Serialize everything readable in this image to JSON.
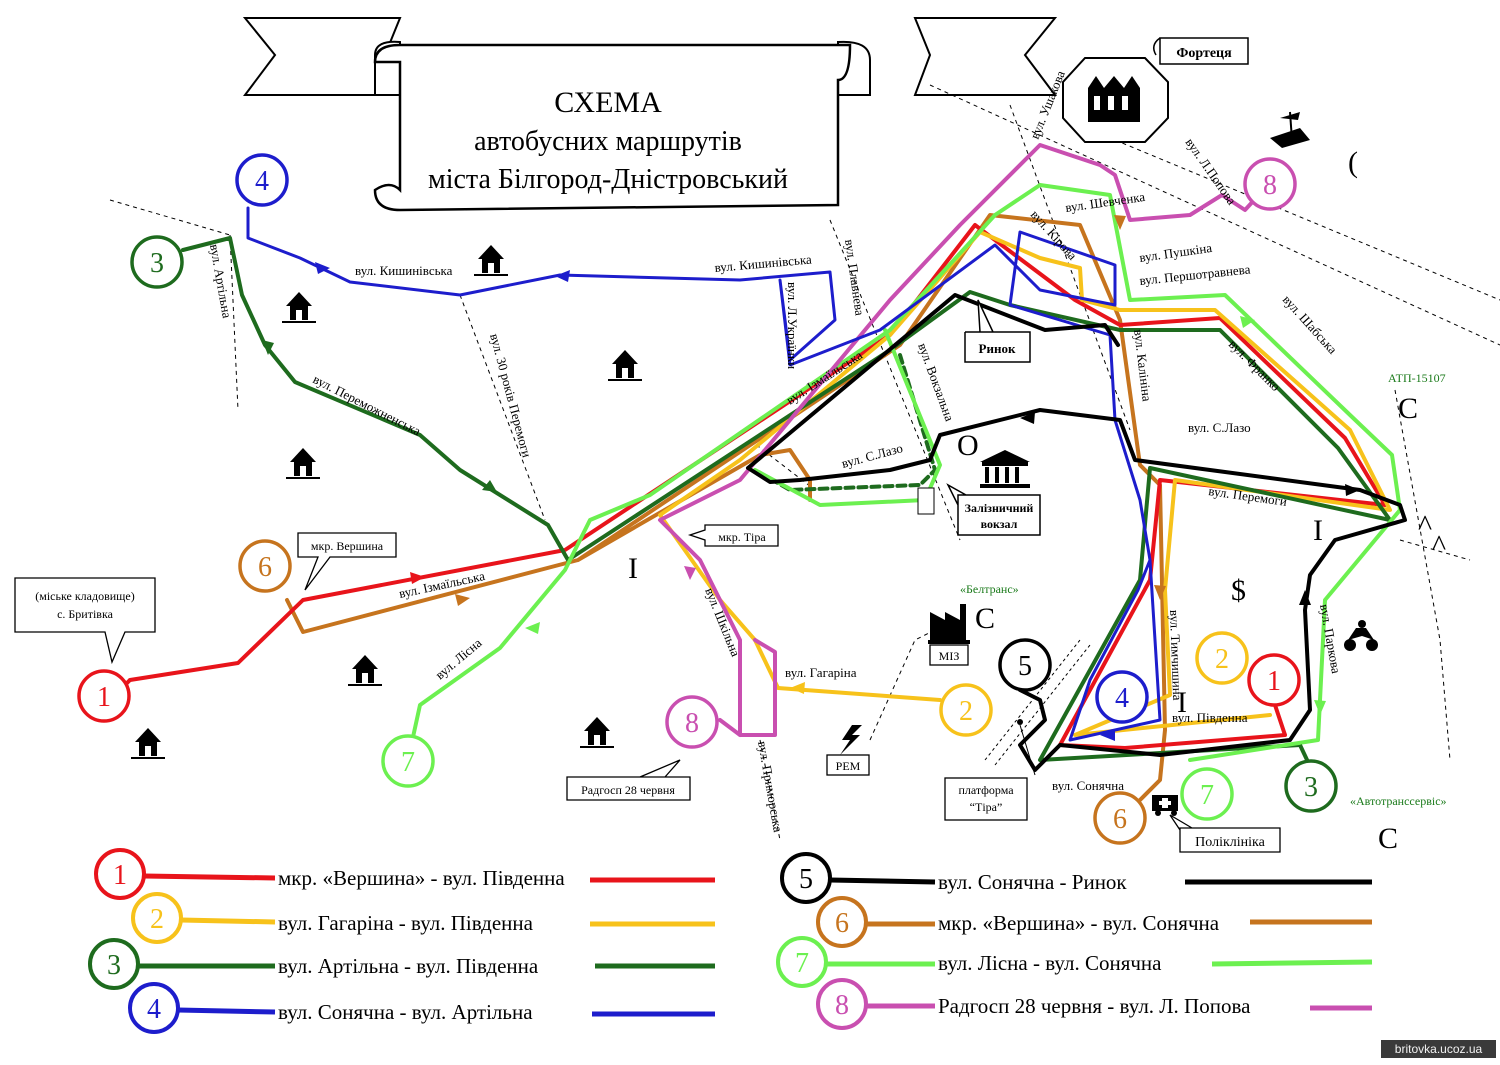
{
  "title": {
    "line1": "СХЕМА",
    "line2": "автобусних маршрутів",
    "line3": "міста Білгород-Дністровський"
  },
  "colors": {
    "r1": "#e8141b",
    "r2": "#f7c21b",
    "r3": "#1e6b1e",
    "r4": "#1d1dcc",
    "r5": "#000000",
    "r6": "#c6741e",
    "r7": "#6cf050",
    "r8": "#c94fb0"
  },
  "landmarks": {
    "fortress": "Фортеця",
    "market": "Ринок",
    "station_line1": "Залізничний",
    "station_line2": "вокзал",
    "microdistrict": "мкр. Тіра",
    "vershyna": "мкр. Вершина",
    "cemetery_line1": "(міське кладовище)",
    "cemetery_line2": "с. Бритівка",
    "radhosp": "Радгосп 28 червня",
    "platform_line1": "платформа",
    "platform_line2": "“Тіра”",
    "clinic": "Поліклініка",
    "miz": "МІЗ",
    "rem": "РЕМ",
    "atp": "АТП-15107",
    "beltrans": "«Белтранс»",
    "avtotrans": "«Автотранссервіс»"
  },
  "streets": {
    "artilna": "вул. Артільна",
    "kyshynivska1": "вул. Кишинівська",
    "kyshynivska2": "вул. Кишинівська",
    "peremozhenska": "вул. Переможненська",
    "rokiv30": "вул. 30 років Перемоги",
    "izmailska1": "вул. Ізмаїльська",
    "izmailska2": "вул. Ізмаїльська",
    "ukrainky": "вул. Л.Українки",
    "plavneva": "вул. Плавнева",
    "vokzalna": "вул. Вокзальна",
    "lazo1": "вул. С.Лазо",
    "lazo2": "вул. С.Лазо",
    "lisna": "вул. Лісна",
    "shkilna": "вул. Шкільна",
    "gagarina": "вул. Гагаріна",
    "prymorska": "вул. Приморська",
    "ushakova": "вул. Ушакова",
    "kirova": "вул. Кірова",
    "shevchenka": "вул. Шевченка",
    "pushkina": "вул. Пушкіна",
    "pershotravneva": "вул. Першотравнева",
    "popova": "вул. Л.Попова",
    "shabska": "вул. Шабська",
    "franko": "вул. Франко",
    "kalinina": "вул. Калініна",
    "peremohy": "вул. Перемоги",
    "tymchyshyna": "вул. Тимчишина",
    "pivdenna": "вул. Південна",
    "soniachna": "вул. Сонячна",
    "parkova": "вул. Паркова"
  },
  "map_letters": {
    "o": "О",
    "i1": "І",
    "i2": "І",
    "i3": "І",
    "c1": "С",
    "c2": "С",
    "c3": "С",
    "dollar": "$",
    "caret1": "^",
    "caret2": "^",
    "paren": "("
  },
  "badges": {
    "b1a": "1",
    "b1b": "1",
    "b2a": "2",
    "b2b": "2",
    "b3a": "3",
    "b3b": "3",
    "b4a": "4",
    "b4b": "4",
    "b5": "5",
    "b6a": "6",
    "b6b": "6",
    "b7a": "7",
    "b7b": "7",
    "b8a": "8",
    "b8b": "8"
  },
  "legend": [
    {
      "num": "1",
      "label": "мкр. «Вершина» - вул. Південна",
      "color": "#e8141b"
    },
    {
      "num": "2",
      "label": "вул. Гагаріна - вул. Південна",
      "color": "#f7c21b"
    },
    {
      "num": "3",
      "label": "вул. Артільна - вул. Південна",
      "color": "#1e6b1e"
    },
    {
      "num": "4",
      "label": "вул. Сонячна  - вул. Артільна",
      "color": "#1d1dcc"
    },
    {
      "num": "5",
      "label": "вул. Сонячна - Ринок",
      "color": "#000000"
    },
    {
      "num": "6",
      "label": "мкр. «Вершина»  - вул. Сонячна",
      "color": "#c6741e"
    },
    {
      "num": "7",
      "label": "вул. Лісна -  вул. Сонячна",
      "color": "#6cf050"
    },
    {
      "num": "8",
      "label": "Радгосп 28 червня - вул. Л. Попова",
      "color": "#c94fb0"
    }
  ],
  "watermark": "britovka.ucoz.ua"
}
